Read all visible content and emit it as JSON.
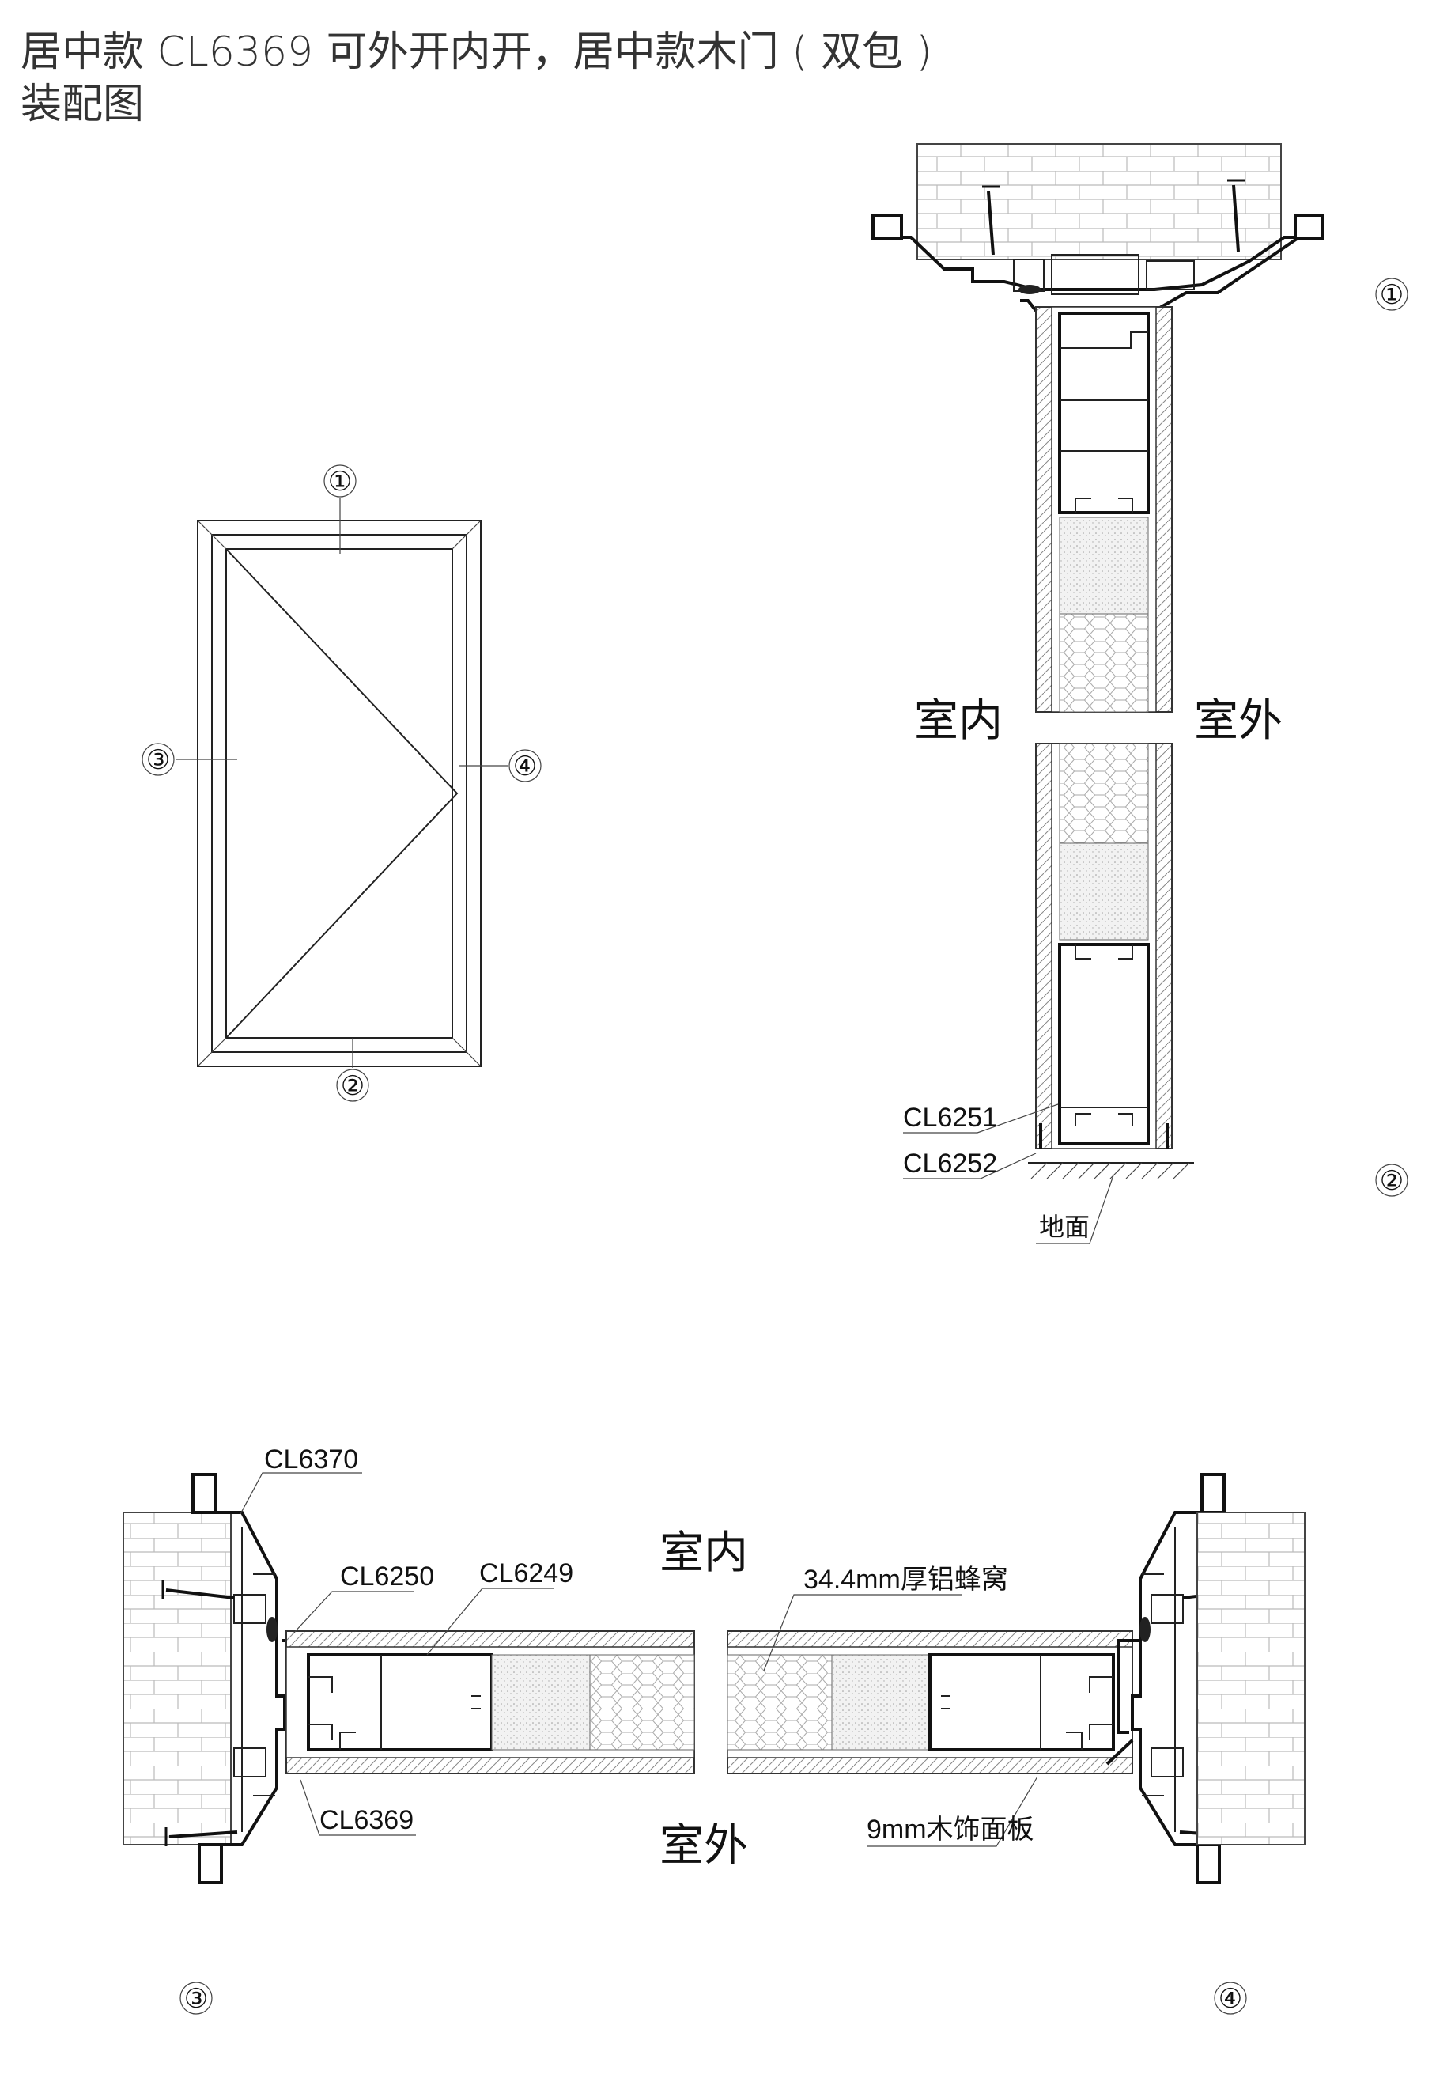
{
  "title": {
    "line1": "居中款 CL6369 可外开内开，居中款木门 ( 双包 )",
    "line2": "装配图"
  },
  "markers": {
    "m1": "①",
    "m2": "②",
    "m3": "③",
    "m4": "④"
  },
  "section_labels": {
    "indoor": "室内",
    "outdoor": "室外",
    "floor": "地面"
  },
  "parts": {
    "cl6251": "CL6251",
    "cl6252": "CL6252",
    "cl6370": "CL6370",
    "cl6250": "CL6250",
    "cl6249": "CL6249",
    "cl6369": "CL6369",
    "honeycomb": "34.4mm厚铝蜂窝",
    "wood_panel": "9mm木饰面板"
  }
}
